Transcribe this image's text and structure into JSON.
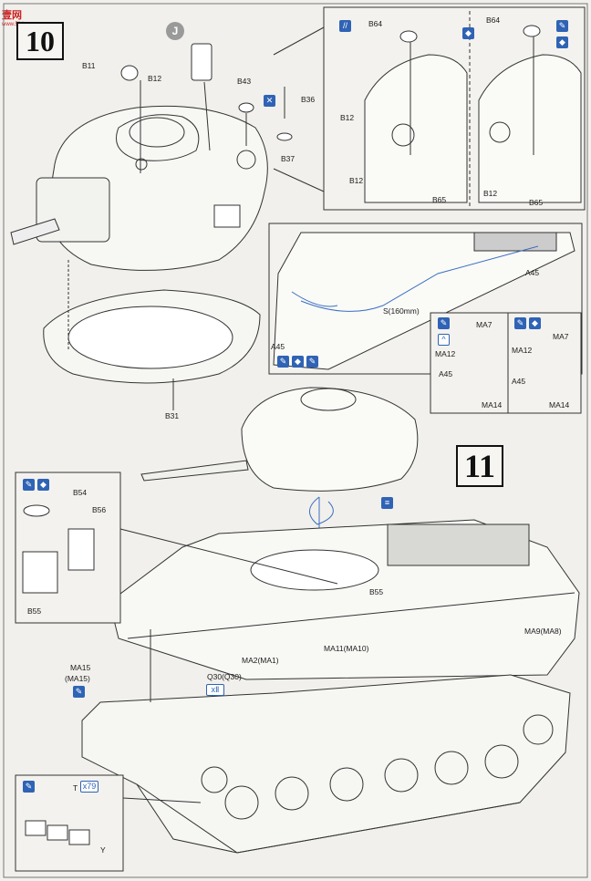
{
  "watermark": {
    "brand": "壹网",
    "url": "www.5ibbs.cn"
  },
  "steps": {
    "step10": "10",
    "step11": "11"
  },
  "circle_tag": "J",
  "step10": {
    "parts": {
      "B11": "B11",
      "B12": "B12",
      "B43": "B43",
      "B36": "B36",
      "B37": "B37",
      "B31": "B31"
    },
    "detail": {
      "left": {
        "B64": "B64",
        "B12_top": "B12",
        "B12_bottom": "B12",
        "B65": "B65"
      },
      "right": {
        "B64": "B64",
        "B12": "B12",
        "B65": "B65"
      }
    }
  },
  "step11": {
    "hull": {
      "A45_top": "A45",
      "S160": "S(160mm)",
      "A45_left": "A45",
      "MA7_a": "MA7",
      "MA12_a": "MA12",
      "A45_a": "A45",
      "MA14_a": "MA14",
      "MA7_b": "MA7",
      "MA12_b": "MA12",
      "A45_b": "A45",
      "MA14_b": "MA14",
      "B54": "B54",
      "B56": "B56",
      "B55_left": "B55",
      "B55_right": "B55",
      "MA9": "MA9(MA8)",
      "MA11": "MA11(MA10)",
      "MA2": "MA2(MA1)",
      "MA15": "MA15",
      "MA15b": "(MA15)",
      "Q30": "Q30(Q30)",
      "x_count": "xⅡ",
      "T": "T",
      "Y": "Y",
      "x79": "x79"
    }
  },
  "colors": {
    "icon_blue": "#2f63b5",
    "line": "#333333",
    "leader": "#3a6fc2"
  },
  "icon_names": [
    "cement-icon",
    "clean-icon",
    "paint-icon",
    "rotate-icon",
    "file-icon"
  ]
}
